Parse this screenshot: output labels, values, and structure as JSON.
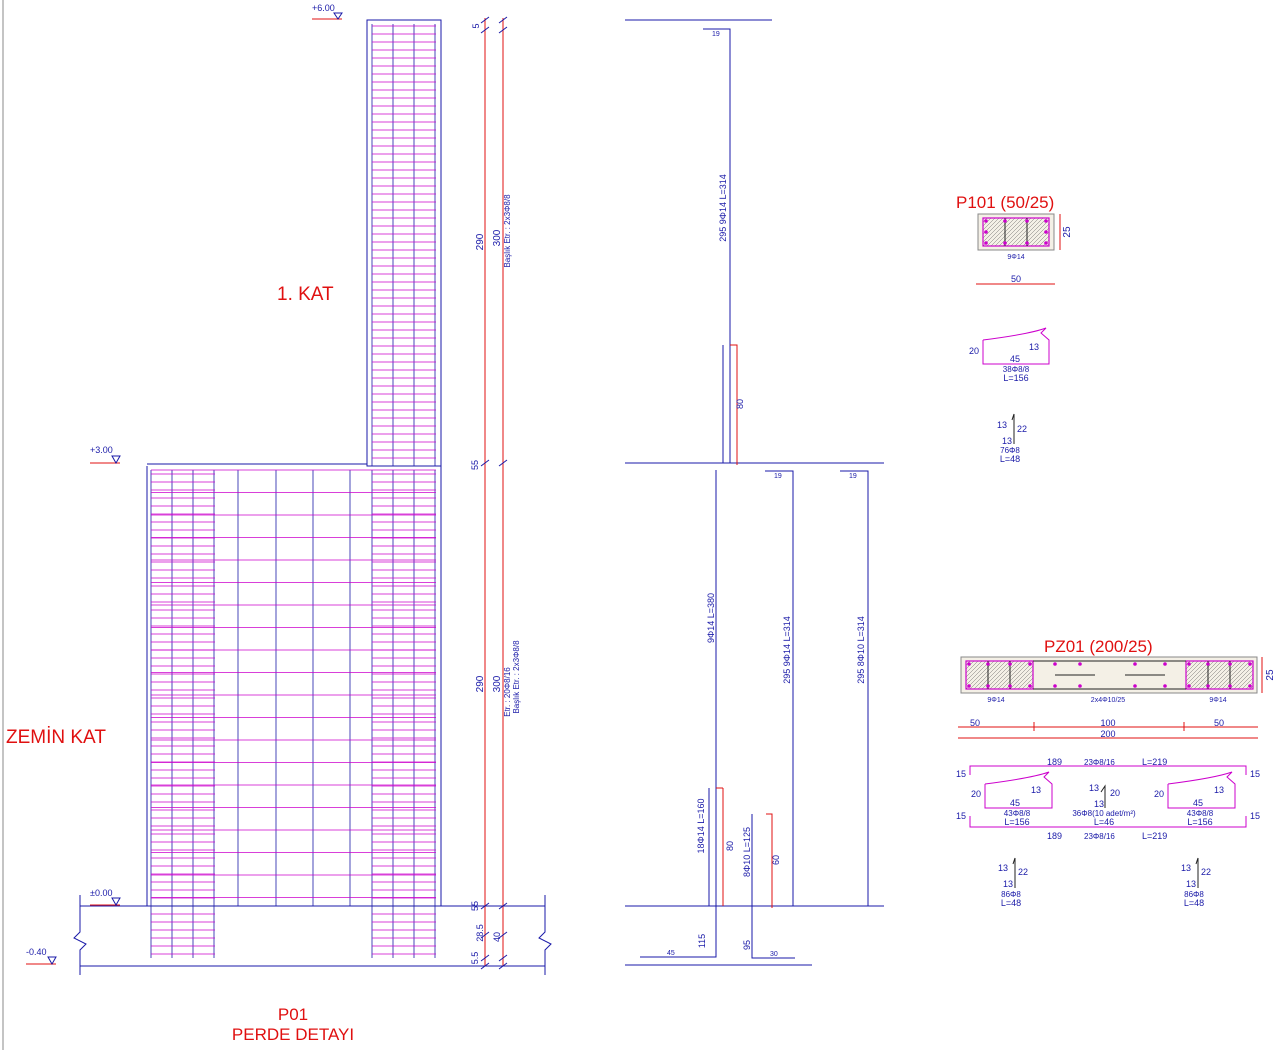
{
  "titles": {
    "floor_1": "1. KAT",
    "ground": "ZEMİN KAT",
    "detail_code": "P01",
    "detail_name": "PERDE DETAYI",
    "p101": "P101 (50/25)",
    "pz01": "PZ01 (200/25)"
  },
  "levels": {
    "top": "+6.00",
    "mid": "+3.00",
    "zero": "±0.00",
    "base": "-0.40"
  },
  "dims_main": {
    "d5": "5",
    "d290_top": "290",
    "d300_top": "300",
    "stirrup_top": "Başlık Etr. : 2x3Φ8/8",
    "d55_mid": "55",
    "d290_bot": "290",
    "d300_bot": "300",
    "etr_bot": "Etr. : 20Φ8/16",
    "stirrup_bot": "Başlık Etr. : 2x3Φ8/8",
    "d55_bot": "55",
    "d28": "28.5",
    "d40": "40",
    "d55_low": "5.5"
  },
  "bars": {
    "b19_top": "19",
    "bar_top": "295   9Φ14  L=314",
    "lap80_top": "80",
    "b19_a": "19",
    "b19_b": "19",
    "bar_main": "9Φ14  L=380",
    "bar_mid": "295   9Φ14  L=314",
    "bar_right": "295   8Φ10  L=314",
    "dowel_a": "18Φ14  L=160",
    "lap80_bot": "80",
    "dowel_b": "8Φ10  L=125",
    "lap60": "60",
    "foot45": "45",
    "foot115": "115",
    "foot95": "95",
    "foot30": "30"
  },
  "p101": {
    "bars": "9Φ14",
    "depth": "25",
    "width": "50",
    "stirrup_20": "20",
    "stirrup_45": "45",
    "stirrup_13": "13",
    "stirrup_spec": "38Φ8/8",
    "stirrup_len": "L=156",
    "tie_13a": "13",
    "tie_22": "22",
    "tie_13b": "13",
    "tie_spec": "76Φ8",
    "tie_len": "L=48"
  },
  "pz01": {
    "bars_left": "9Φ14",
    "bars_mid": "2x4Φ10/25",
    "bars_right": "9Φ14",
    "depth": "25",
    "w50_left": "50",
    "w100": "100",
    "w50_right": "50",
    "w200": "200",
    "top_189": "189",
    "top_spec": "23Φ8/16",
    "top_len": "L=219",
    "h15_a": "15",
    "h15_b": "15",
    "h15_c": "15",
    "h15_d": "15",
    "l20": "20",
    "l45": "45",
    "l13": "13",
    "l_spec": "43Φ8/8",
    "l_len": "L=156",
    "m13a": "13",
    "m20": "20",
    "m13b": "13",
    "m_spec": "36Φ8(10 adet/m²)",
    "m_len": "L=46",
    "r20": "20",
    "r45": "45",
    "r13": "13",
    "r_spec": "43Φ8/8",
    "r_len": "L=156",
    "bot_189": "189",
    "bot_spec": "23Φ8/16",
    "bot_len": "L=219",
    "tl_13a": "13",
    "tl_22": "22",
    "tl_13b": "13",
    "tl_spec": "86Φ8",
    "tl_len": "L=48",
    "tr_13a": "13",
    "tr_22": "22",
    "tr_13b": "13",
    "tr_spec": "86Φ8",
    "tr_len": "L=48"
  }
}
